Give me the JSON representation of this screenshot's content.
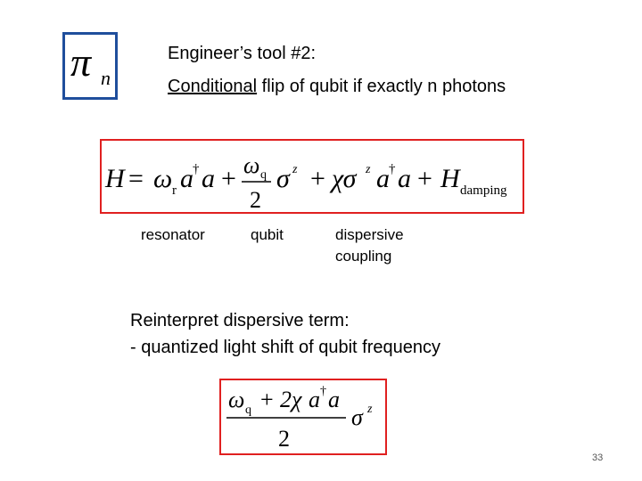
{
  "symbol": {
    "main": "π",
    "sub": "n"
  },
  "title": {
    "line1": "Engineer’s tool #2:",
    "line2_underlined": "Conditional",
    "line2_rest": " flip of qubit if exactly n photons"
  },
  "equation1": {
    "H": "H",
    "eq": "=",
    "omega_r": "ω",
    "r_sub": "r",
    "a_dag": "a",
    "dag": "†",
    "a": "a",
    "plus": "+",
    "omega_q": "ω",
    "q_sub": "q",
    "two": "2",
    "sigma": "σ",
    "z": "z",
    "plus2": "+",
    "chi_sigma": "χσ",
    "z2": "z",
    "a_dag2": "a",
    "dag2": "†",
    "a2": "a",
    "plus3": "+",
    "H_damp": "H",
    "damping": "damping"
  },
  "labels": {
    "resonator": "resonator",
    "qubit": "qubit",
    "dispersive_line1": "dispersive",
    "dispersive_line2": "coupling"
  },
  "reinterpret": {
    "line1": "Reinterpret dispersive term:",
    "line2": "- quantized light shift of qubit frequency"
  },
  "equation2": {
    "omega": "ω",
    "q_sub": "q",
    "plus": "+",
    "two_chi": "2χ",
    "a_dag": "a",
    "dag": "†",
    "a": "a",
    "two": "2",
    "sigma": "σ",
    "z": "z"
  },
  "page_number": "33"
}
